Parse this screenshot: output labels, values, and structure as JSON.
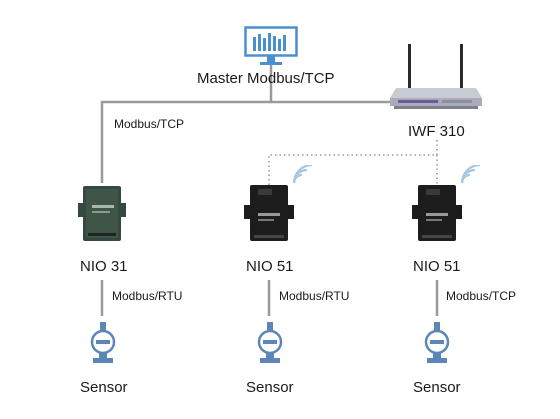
{
  "diagram": {
    "master": {
      "label": "Master Modbus/TCP",
      "icon": "monitor-icon"
    },
    "gateway": {
      "label": "IWF 310",
      "icon": "router-icon"
    },
    "uplink_label": "Modbus/TCP",
    "devices": [
      {
        "label": "NIO 31",
        "link_label": "Modbus/RTU",
        "sensor_label": "Sensor",
        "wireless": false
      },
      {
        "label": "NIO 51",
        "link_label": "Modbus/RTU",
        "sensor_label": "Sensor",
        "wireless": true
      },
      {
        "label": "NIO 51",
        "link_label": "Modbus/TCP",
        "sensor_label": "Sensor",
        "wireless": true
      }
    ],
    "colors": {
      "wire": "#9a9a9a",
      "monitor": "#4a8fd0",
      "wifi": "#a9c6e4",
      "nio31_body": "#34493f",
      "nio51_body": "#1d1d1d",
      "sensor": "#5d86b8"
    }
  }
}
